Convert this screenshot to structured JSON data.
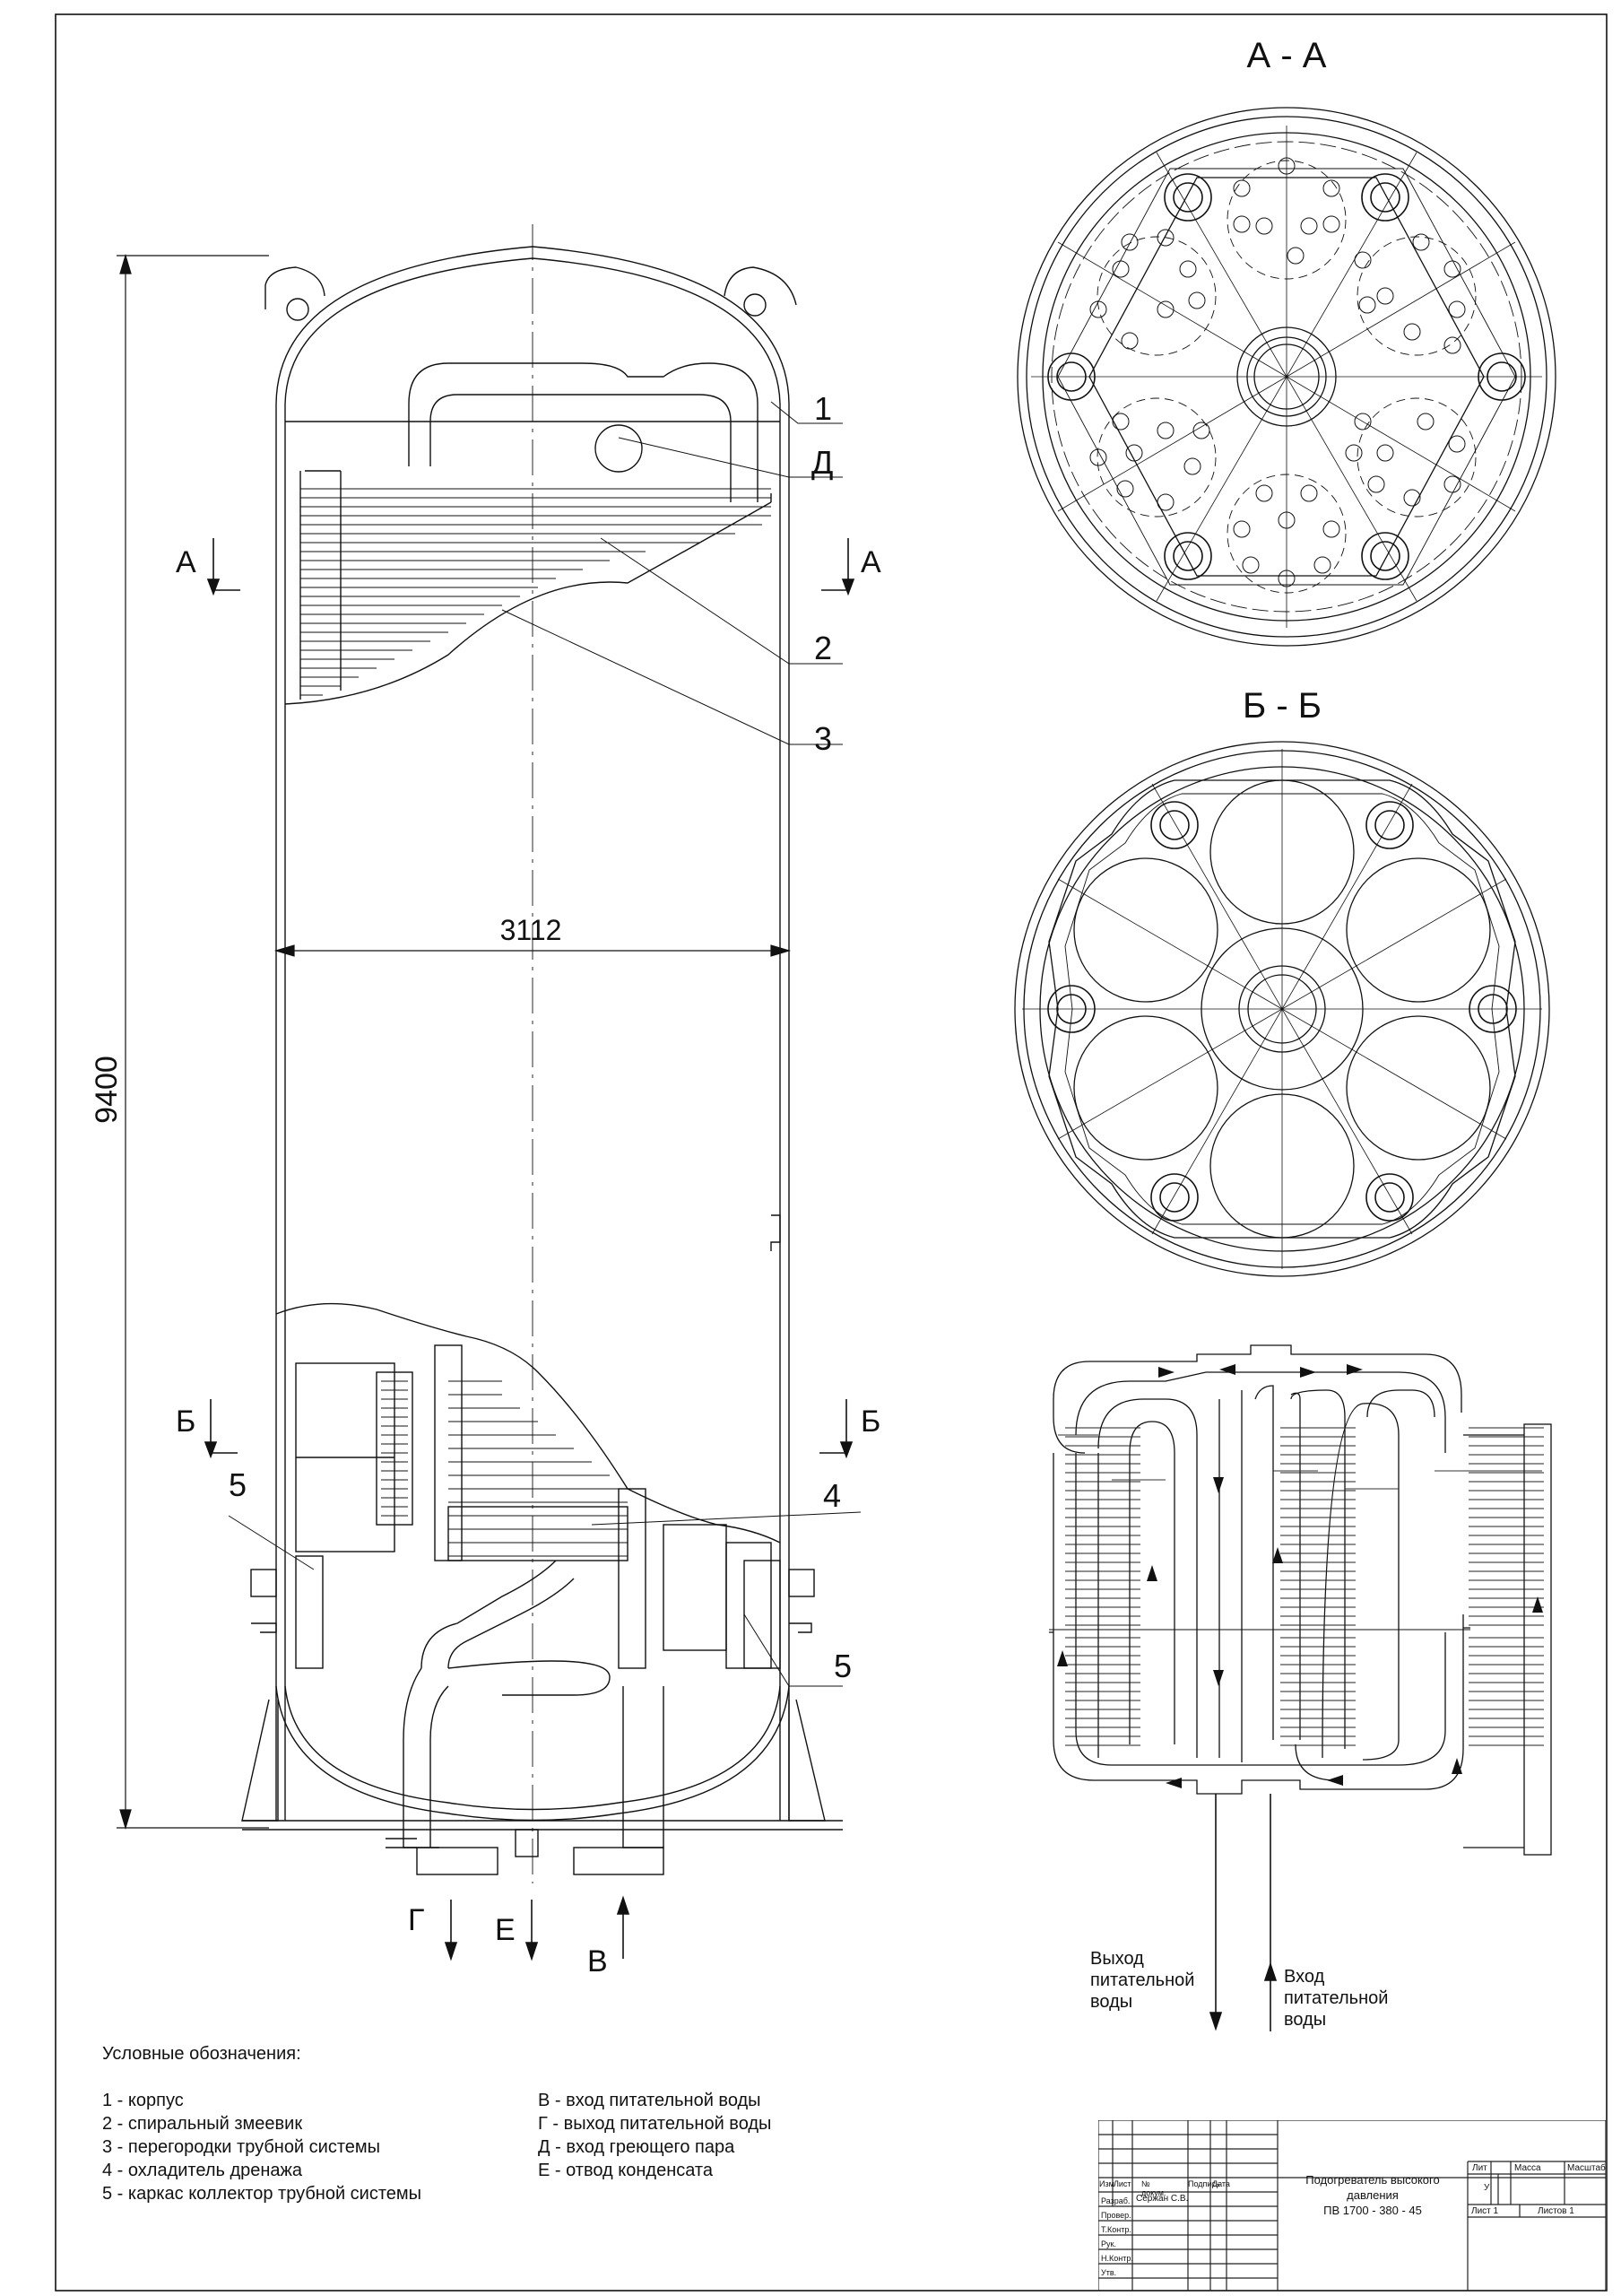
{
  "view_titles": {
    "section_a": "А - А",
    "section_b": "Б - Б"
  },
  "dimensions": {
    "height": "9400",
    "diameter": "3112"
  },
  "callouts": [
    "1",
    "Д",
    "2",
    "3",
    "4",
    "5",
    "5"
  ],
  "section_marks": {
    "a_left": "А",
    "a_right": "А",
    "b_left": "Б",
    "b_right": "Б"
  },
  "flow_letters": {
    "g": "Г",
    "e": "Е",
    "v": "В"
  },
  "scheme_labels": {
    "outlet": [
      "Выход",
      "питательной",
      "воды"
    ],
    "inlet": [
      "Вход",
      "питательной",
      "воды"
    ]
  },
  "legend": {
    "title": "Условные обозначения:",
    "left": [
      "1 - корпус",
      "2 - спиральный змеевик",
      "3 - перегородки трубной системы",
      "4 - охладитель дренажа",
      "5 - каркас коллектор трубной системы"
    ],
    "right": [
      "В - вход питательной воды",
      "Г - выход питательной воды",
      "Д - вход греющего пара",
      "Е - отвод конденсата"
    ]
  },
  "title_block": {
    "headers": [
      "Изм",
      "Лист",
      "№ докум.",
      "Подпись",
      "Дата"
    ],
    "roles": [
      "Разраб.",
      "Провер.",
      "Т.Контр.",
      "Рук.",
      "Н.Контр.",
      "Утв."
    ],
    "developer": "Сержан С.В.",
    "title": [
      "Подогреватель высокого",
      "давления",
      "ПВ 1700 - 380 - 45"
    ],
    "lit": "Лит",
    "mass": "Масса",
    "scale": "Масштаб",
    "lit_value": "У",
    "sheet": "Лист 1",
    "sheets": "Листов 1"
  }
}
